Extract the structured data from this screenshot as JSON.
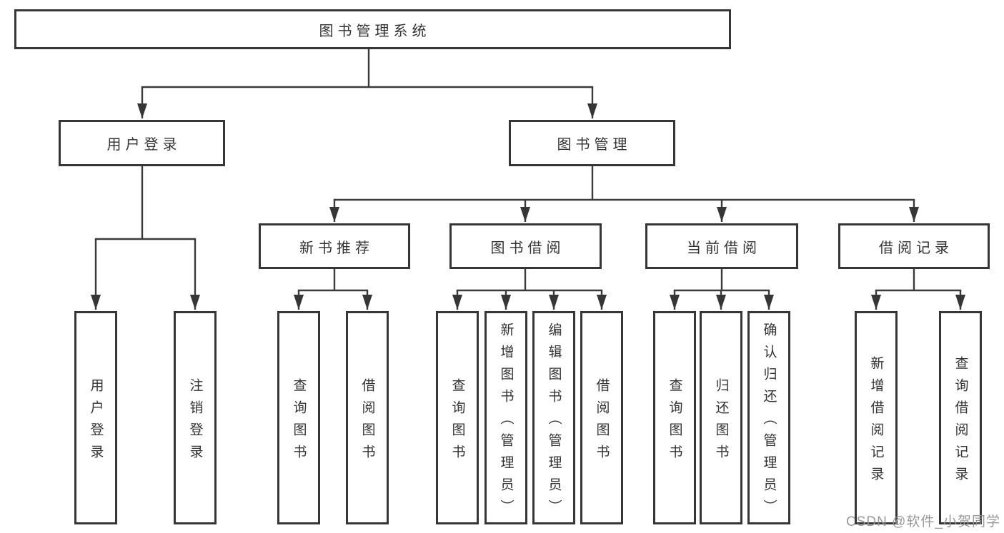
{
  "tree": {
    "title": "图书管理系统",
    "children": [
      {
        "label": "用户登录",
        "children": [
          {
            "label": "用户登录"
          },
          {
            "label": "注销登录"
          }
        ]
      },
      {
        "label": "图书管理",
        "children": [
          {
            "label": "新书推荐",
            "children": [
              {
                "label": "查询图书"
              },
              {
                "label": "借阅图书"
              }
            ]
          },
          {
            "label": "图书借阅",
            "children": [
              {
                "label": "查询图书"
              },
              {
                "label": "新增图书（管理员）"
              },
              {
                "label": "编辑图书（管理员）"
              },
              {
                "label": "借阅图书"
              }
            ]
          },
          {
            "label": "当前借阅",
            "children": [
              {
                "label": "查询图书"
              },
              {
                "label": "归还图书"
              },
              {
                "label": "确认归还（管理员）"
              }
            ]
          },
          {
            "label": "借阅记录",
            "children": [
              {
                "label": "新增借阅记录"
              },
              {
                "label": "查询借阅记录"
              }
            ]
          }
        ]
      }
    ]
  },
  "watermark": {
    "text": "CSDN @软件_小贺同学"
  },
  "colors": {
    "line": "#3a3a3a",
    "border": "#363636",
    "text": "#333333",
    "watermark": "#949494",
    "background": "#ffffff"
  }
}
